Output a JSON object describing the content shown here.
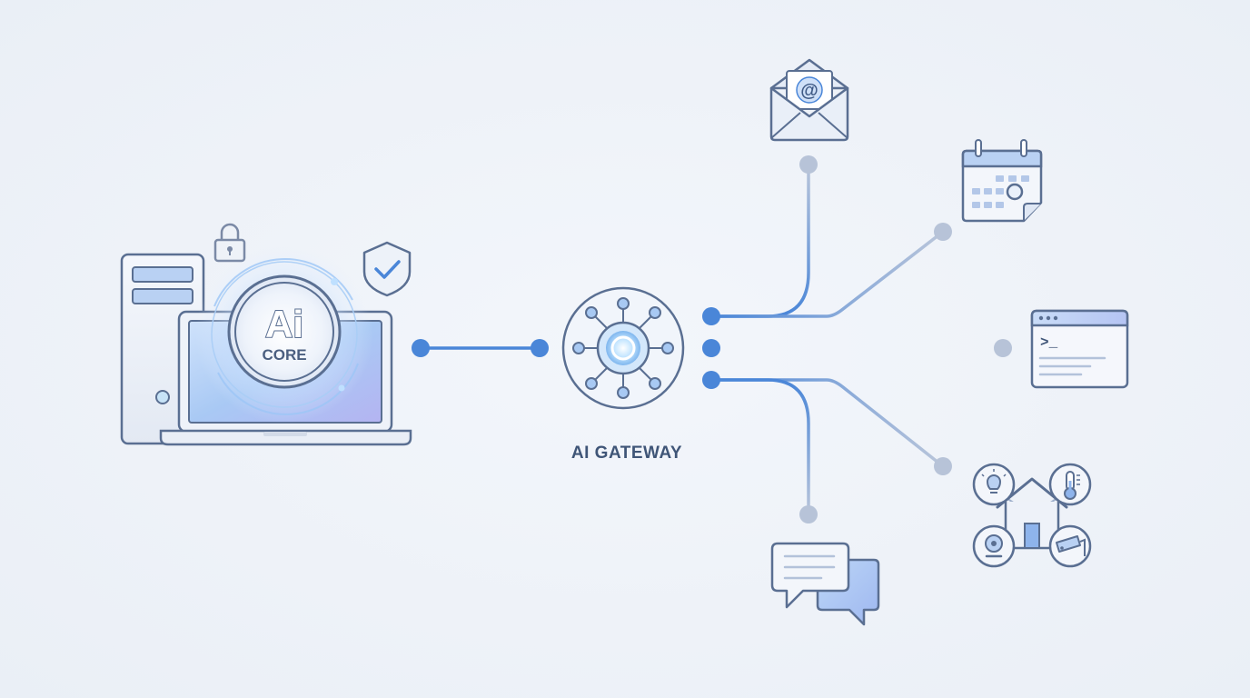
{
  "ai_core": {
    "logo_text": "Ai",
    "sub_text": "CORE"
  },
  "gateway": {
    "label": "AI GATEWAY"
  },
  "email": {
    "symbol": "@"
  },
  "terminal": {
    "prompt": ">_"
  },
  "colors": {
    "background": "#eef2f8",
    "outline": "#5a6f92",
    "accent": "#4a86d8",
    "faded_line": "#b7c3d8",
    "icon_fill": "#e8eef8"
  }
}
